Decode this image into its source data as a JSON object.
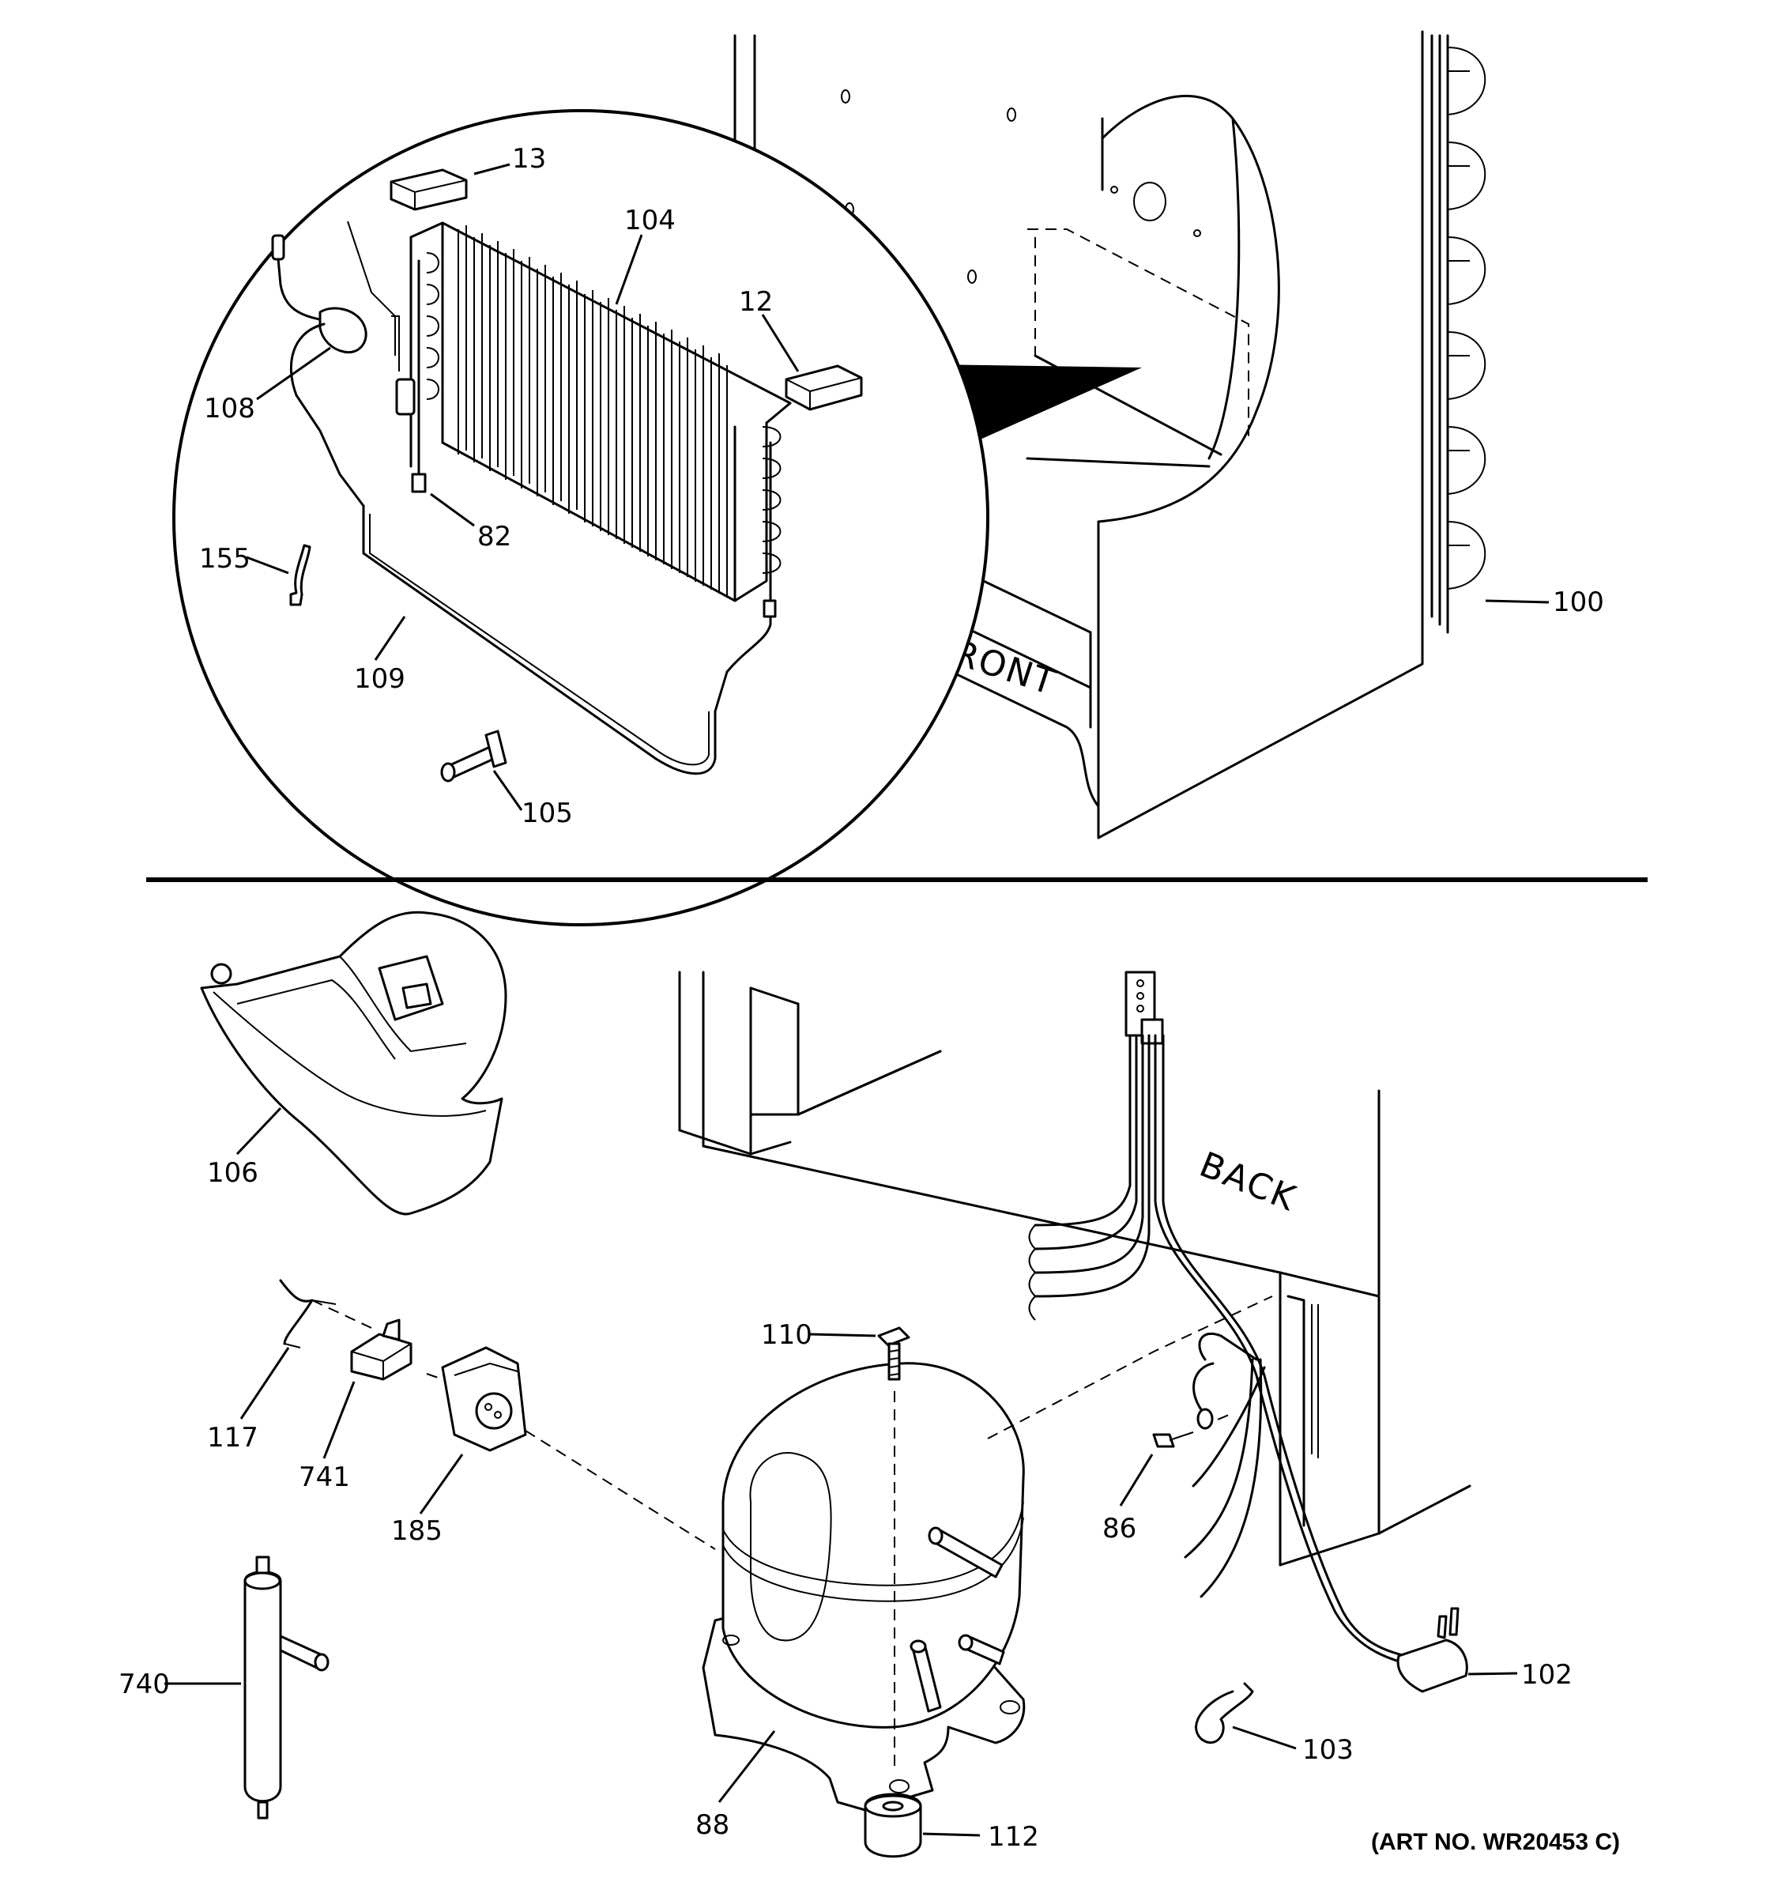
{
  "art_number": "(ART NO. WR20453 C)",
  "panel_labels": {
    "front": "FRONT",
    "back": "BACK"
  },
  "callouts": [
    {
      "id": "c13",
      "text": "13"
    },
    {
      "id": "c104",
      "text": "104"
    },
    {
      "id": "c12",
      "text": "12"
    },
    {
      "id": "c108",
      "text": "108"
    },
    {
      "id": "c82",
      "text": "82"
    },
    {
      "id": "c155",
      "text": "155"
    },
    {
      "id": "c109",
      "text": "109"
    },
    {
      "id": "c105",
      "text": "105"
    },
    {
      "id": "c100",
      "text": "100"
    },
    {
      "id": "c106",
      "text": "106"
    },
    {
      "id": "c117",
      "text": "117"
    },
    {
      "id": "c741",
      "text": "741"
    },
    {
      "id": "c185",
      "text": "185"
    },
    {
      "id": "c110",
      "text": "110"
    },
    {
      "id": "c86",
      "text": "86"
    },
    {
      "id": "c102",
      "text": "102"
    },
    {
      "id": "c740",
      "text": "740"
    },
    {
      "id": "c88",
      "text": "88"
    },
    {
      "id": "c112",
      "text": "112"
    },
    {
      "id": "c103",
      "text": "103"
    }
  ]
}
